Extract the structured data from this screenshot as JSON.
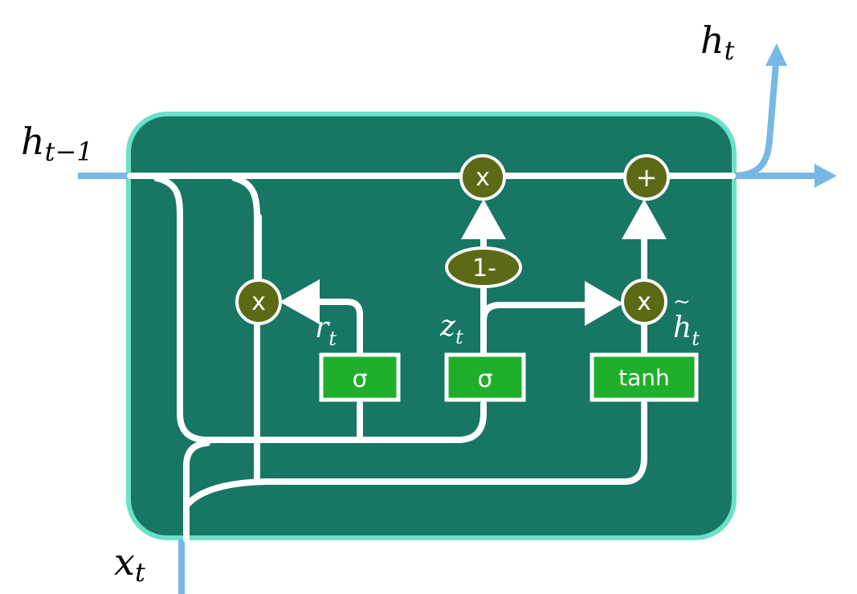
{
  "labels": {
    "h_prev": "h",
    "h_prev_sub": "t−1",
    "h_out": "h",
    "h_out_sub": "t",
    "x_in": "x",
    "x_in_sub": "t",
    "r": "r",
    "r_sub": "t",
    "z": "z",
    "z_sub": "t",
    "h_tilde": "h",
    "h_tilde_sub": "t",
    "h_tilde_mark": "~"
  },
  "gates": {
    "reset_sigma": "σ",
    "update_sigma": "σ",
    "candidate_tanh": "tanh"
  },
  "ops": {
    "reset_multiply": "x",
    "top_multiply": "x",
    "candidate_multiply": "x",
    "add": "+",
    "one_minus": "1-"
  },
  "colors": {
    "cell_fill": "#177664",
    "cell_border": "#6ce0c9",
    "line": "#ffffff",
    "op_fill": "#5c6a16",
    "gate_fill": "#1faf2b",
    "io_line": "#78b8e4"
  }
}
